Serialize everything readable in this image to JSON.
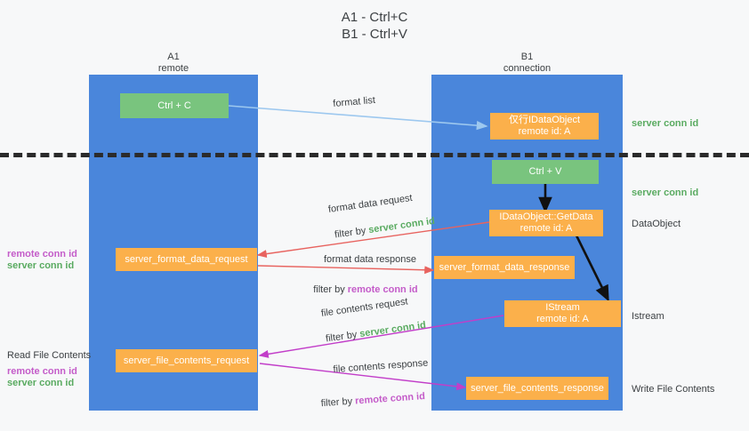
{
  "title": "A1 - Ctrl+C\nB1 - Ctrl+V",
  "colors": {
    "lane": "#4a86db",
    "green_box": "#79c47e",
    "orange_box": "#fbb04b",
    "server_conn": "#5aab61",
    "remote_conn": "#c45cc9",
    "format_list_arrow": "#9dc8ef",
    "format_data_arrow": "#e8635f",
    "file_contents_arrow": "#c23ec9",
    "stream_arrow": "#111111",
    "divider": "#2b2b2b",
    "background": "#f7f8f9"
  },
  "lanes": [
    {
      "name": "a1",
      "title": "A1\nremote"
    },
    {
      "name": "b1",
      "title": "B1\nconnection"
    }
  ],
  "boxes": [
    {
      "id": "ctrl-c",
      "label": "Ctrl + C",
      "style": "green"
    },
    {
      "id": "idataobject",
      "label": "仅行IDataObject\nremote id: A",
      "style": "orange"
    },
    {
      "id": "ctrl-v",
      "label": "Ctrl + V",
      "style": "green"
    },
    {
      "id": "idataobject-getdata",
      "label": "IDataObject::GetData\nremote id: A",
      "style": "orange"
    },
    {
      "id": "server-format-data-request",
      "label": "server_format_data_request",
      "style": "orange"
    },
    {
      "id": "server-format-data-response",
      "label": "server_format_data_response",
      "style": "orange"
    },
    {
      "id": "istream",
      "label": "IStream\nremote id: A",
      "style": "orange"
    },
    {
      "id": "server-file-contents-request",
      "label": "server_file_contents_request",
      "style": "orange"
    },
    {
      "id": "server-file-contents-response",
      "label": "server_file_contents_response",
      "style": "orange"
    }
  ],
  "edge_labels": {
    "format_list": "format list",
    "format_data_request": "format data request",
    "format_data_request_filter_prefix": "filter by ",
    "format_data_request_filter_value": "server conn id",
    "format_data_response": "format data response",
    "format_data_response_filter_prefix": "filter by ",
    "format_data_response_filter_value": "remote conn id",
    "file_contents_request": "file contents request",
    "file_contents_request_filter_prefix": "filter by ",
    "file_contents_request_filter_value": "server conn id",
    "file_contents_response": "file contents response",
    "file_contents_response_filter_prefix": "filter by ",
    "file_contents_response_filter_value": "remote conn id"
  },
  "right_labels": [
    {
      "id": "server-conn-id-top",
      "text": "server conn id",
      "style": "green"
    },
    {
      "id": "server-conn-id-mid",
      "text": "server conn id",
      "style": "green"
    },
    {
      "id": "dataobject",
      "text": "DataObject",
      "style": "plain"
    },
    {
      "id": "istream-label",
      "text": "Istream",
      "style": "plain"
    },
    {
      "id": "write-file-contents",
      "text": "Write File Contents",
      "style": "plain"
    }
  ],
  "left_labels": [
    {
      "id": "remote-conn-id-upper",
      "text": "remote conn id",
      "style": "purple"
    },
    {
      "id": "server-conn-id-upper",
      "text": "server conn id",
      "style": "green"
    },
    {
      "id": "read-file-contents",
      "text": "Read File Contents",
      "style": "plain"
    },
    {
      "id": "remote-conn-id-lower",
      "text": "remote conn id",
      "style": "purple"
    },
    {
      "id": "server-conn-id-lower",
      "text": "server conn id",
      "style": "green"
    }
  ]
}
